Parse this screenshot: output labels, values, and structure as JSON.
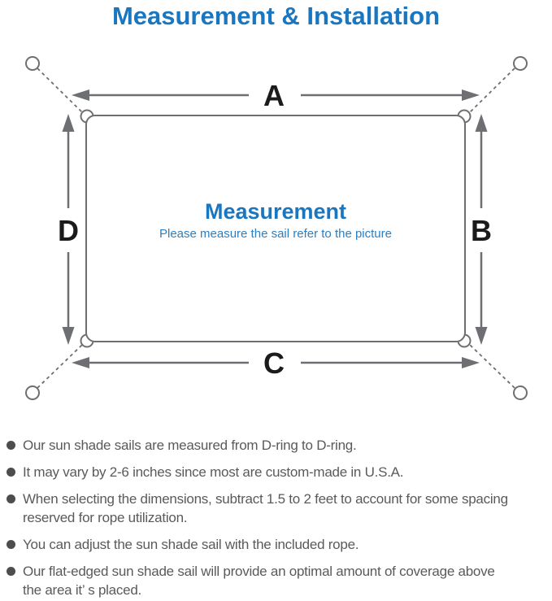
{
  "title": "Measurement & Installation",
  "diagram": {
    "side_labels": {
      "top": "A",
      "right": "B",
      "bottom": "C",
      "left": "D"
    },
    "center": {
      "heading": "Measurement",
      "subheading": "Please measure the sail refer to the picture"
    }
  },
  "notes": [
    "Our sun shade sails are measured from D-ring to D-ring.",
    "It may vary by 2-6 inches since most are custom-made in U.S.A.",
    "When selecting the dimensions, subtract 1.5 to 2 feet to account for some spacing\nreserved for rope utilization.",
    "You can adjust the sun shade sail with the included rope.",
    "Our flat-edged sun shade sail will provide an optimal amount of coverage above\nthe area it’ s placed."
  ],
  "colors": {
    "accent_blue": "#1b76c0",
    "subtitle_blue": "#2a80c4",
    "diagram_gray": "#6e6f72",
    "note_text_gray": "#595a5c",
    "label_black": "#1b1b1b"
  }
}
